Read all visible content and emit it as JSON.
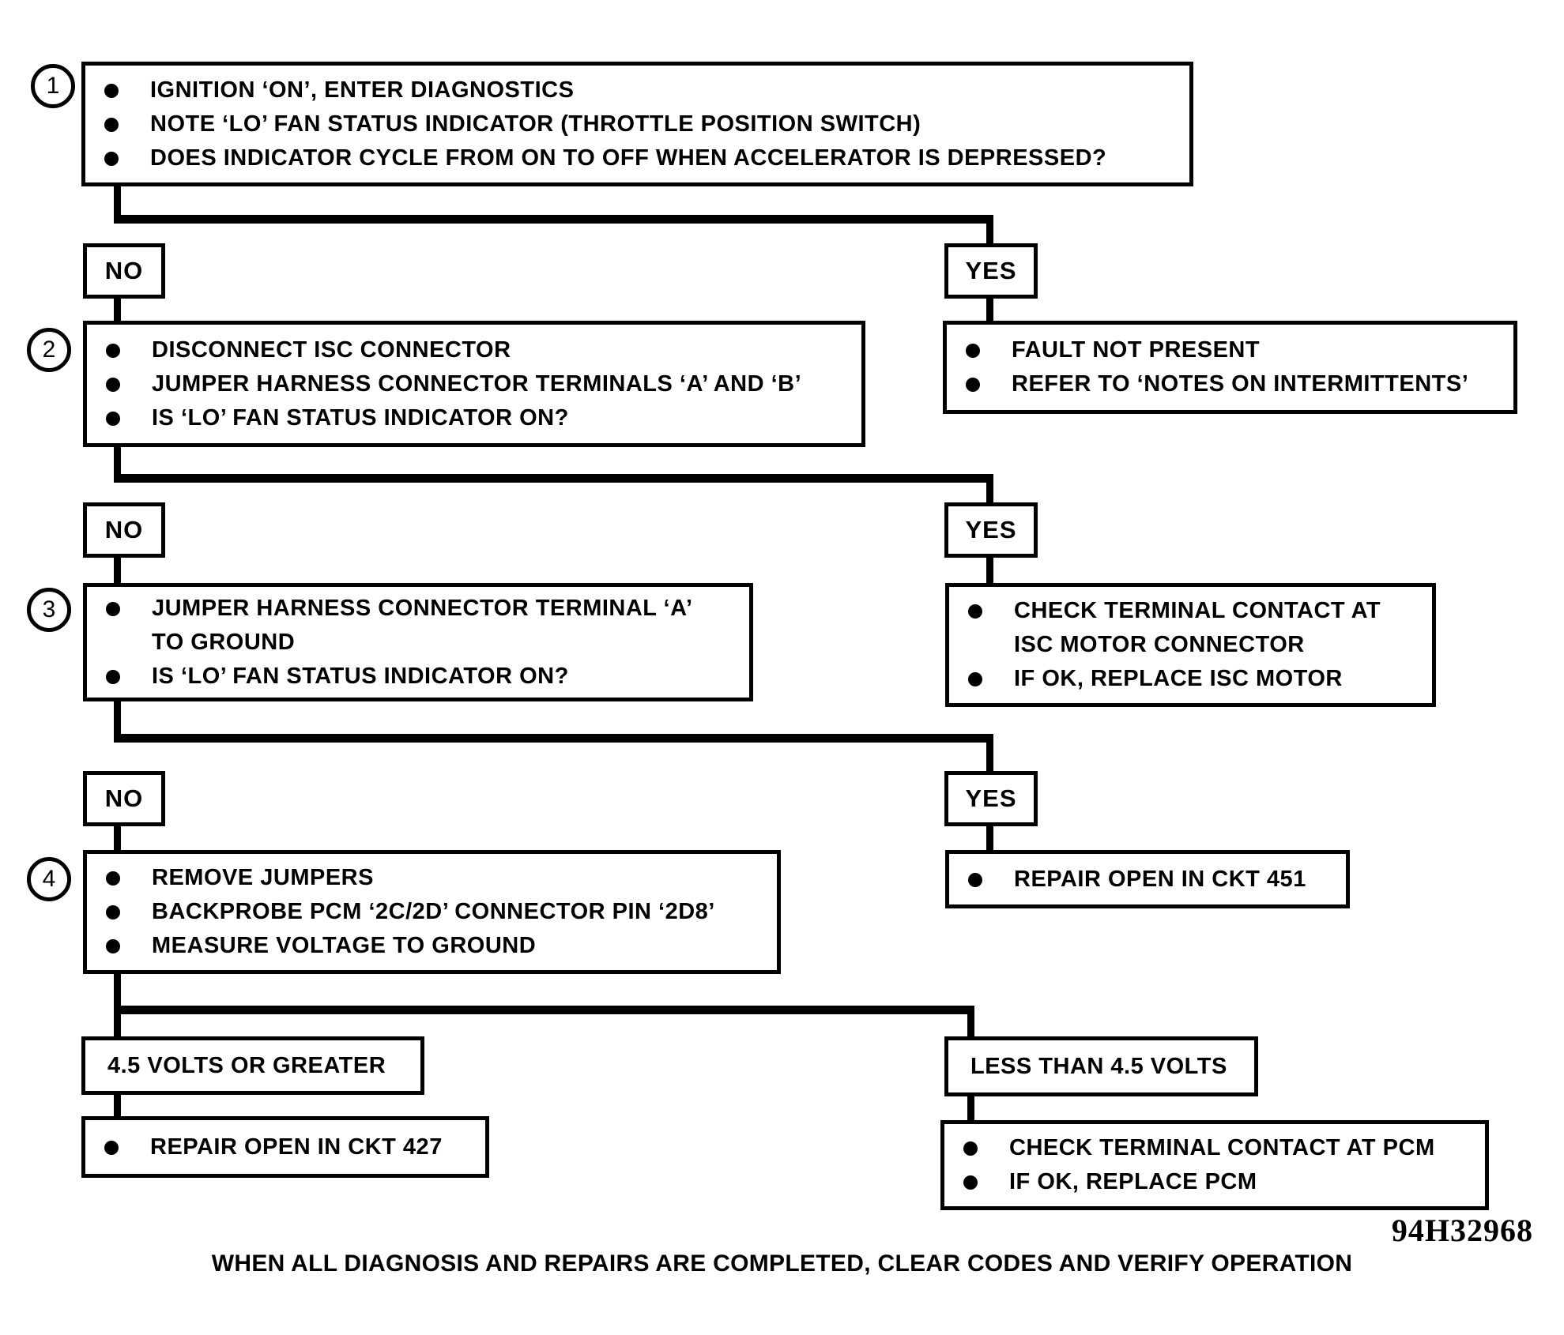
{
  "diagram": {
    "code": "94H32968",
    "footer": "WHEN ALL DIAGNOSIS AND REPAIRS ARE COMPLETED, CLEAR CODES AND VERIFY OPERATION",
    "colors": {
      "ink": "#000000",
      "paper": "#ffffff"
    },
    "labels": {
      "no": "NO",
      "yes": "YES"
    },
    "steps": [
      {
        "number": "1",
        "bullets": [
          "IGNITION ‘ON’, ENTER DIAGNOSTICS",
          "NOTE ‘LO’ FAN STATUS INDICATOR (THROTTLE POSITION SWITCH)",
          "DOES INDICATOR CYCLE FROM ON TO OFF WHEN ACCELERATOR IS DEPRESSED?"
        ]
      },
      {
        "number": "2",
        "bullets": [
          "DISCONNECT ISC CONNECTOR",
          "JUMPER HARNESS CONNECTOR TERMINALS ‘A’ AND ‘B’",
          "IS ‘LO’ FAN STATUS INDICATOR ON?"
        ]
      },
      {
        "number": "3",
        "bullets": [
          "JUMPER HARNESS CONNECTOR TERMINAL ‘A’\nTO GROUND",
          "IS ‘LO’ FAN STATUS INDICATOR ON?"
        ]
      },
      {
        "number": "4",
        "bullets": [
          "REMOVE JUMPERS",
          "BACKPROBE PCM ‘2C/2D’ CONNECTOR PIN ‘2D8’",
          "MEASURE VOLTAGE TO GROUND"
        ]
      }
    ],
    "volts": {
      "left_label": "4.5 VOLTS OR GREATER",
      "right_label": "LESS THAN 4.5 VOLTS"
    },
    "results": {
      "fault_not_present": [
        "FAULT NOT PRESENT",
        "REFER TO ‘NOTES ON INTERMITTENTS’"
      ],
      "isc_motor": [
        "CHECK TERMINAL CONTACT AT\nISC MOTOR CONNECTOR",
        "IF OK, REPLACE ISC MOTOR"
      ],
      "ckt451": [
        "REPAIR OPEN IN CKT 451"
      ],
      "ckt427": [
        "REPAIR OPEN IN CKT 427"
      ],
      "pcm": [
        "CHECK TERMINAL CONTACT AT PCM",
        "IF OK, REPLACE PCM"
      ]
    }
  }
}
